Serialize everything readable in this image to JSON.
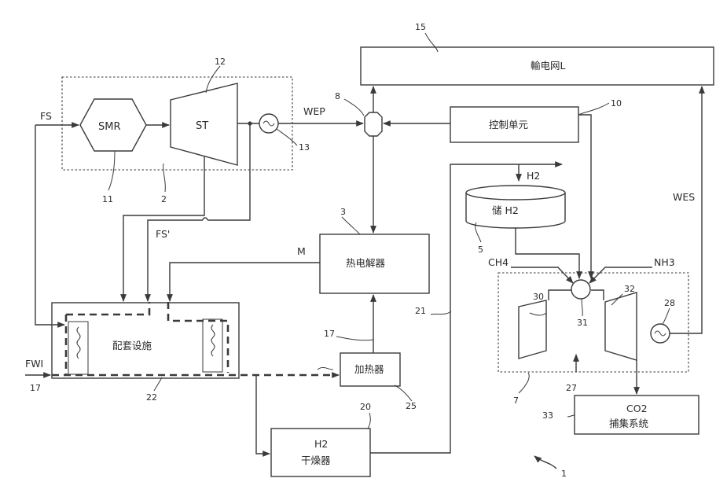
{
  "labels": {
    "grid": "輸电网L",
    "control_unit": "控制单元",
    "electrolyzer": "热电解器",
    "heater": "加热器",
    "support_facility": "配套设施",
    "dryer_l1": "H2",
    "dryer_l2": "干燥器",
    "storage": "储 H2",
    "co2_l1": "CO2",
    "co2_l2": "捕集系统",
    "smr": "SMR",
    "st": "ST",
    "h2_out": "H2",
    "ch4": "CH4",
    "nh3": "NH3",
    "fs": "FS",
    "fs_prime": "FS'",
    "fwi": "FWI",
    "m": "M",
    "wep": "WEP",
    "wes": "WES"
  },
  "refs": {
    "r1": "1",
    "r2": "2",
    "r3": "3",
    "r5": "5",
    "r7": "7",
    "r8": "8",
    "r10": "10",
    "r11": "11",
    "r12": "12",
    "r13": "13",
    "r15": "15",
    "r17a": "17",
    "r17b": "17",
    "r20": "20",
    "r21": "21",
    "r22": "22",
    "r25": "25",
    "r27": "27",
    "r28": "28",
    "r30": "30",
    "r31": "31",
    "r32": "32",
    "r33": "33"
  }
}
